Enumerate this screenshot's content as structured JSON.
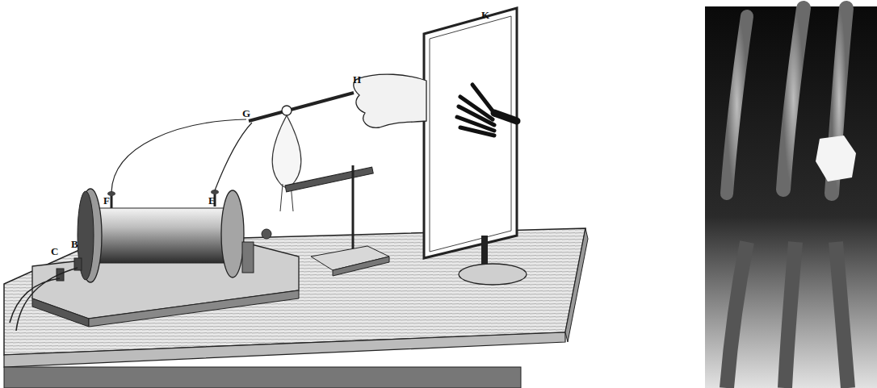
{
  "diagram": {
    "labels": [
      "K",
      "H",
      "G",
      "F",
      "E",
      "B",
      "C"
    ]
  }
}
